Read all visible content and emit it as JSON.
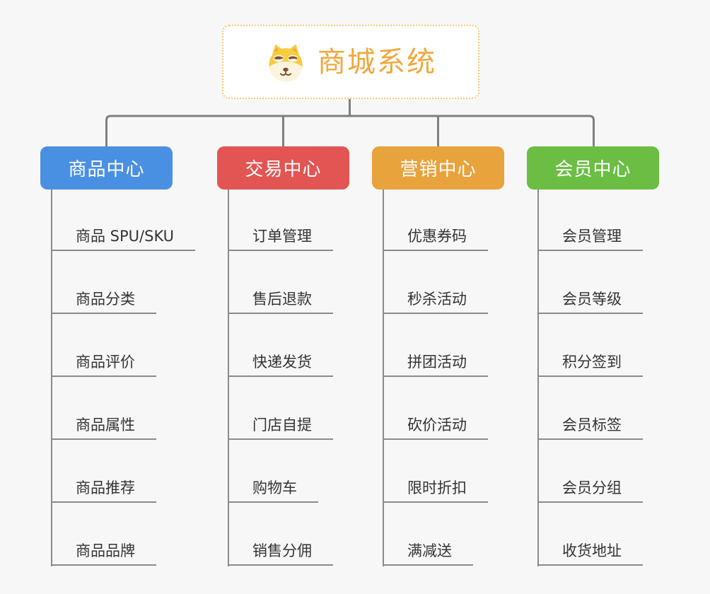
{
  "root": {
    "title": "商城系统",
    "icon": "doge-icon"
  },
  "colors": {
    "connector": "#7f7f7f",
    "underline": "#8a8a8a",
    "leaf_text": "#333333",
    "root_text": "#f0a83c",
    "root_border": "#f5c878",
    "page_bg": "#f7f7f7"
  },
  "branches": [
    {
      "label": "商品中心",
      "color": "#4a90e2",
      "children": [
        "商品 SPU/SKU",
        "商品分类",
        "商品评价",
        "商品属性",
        "商品推荐",
        "商品品牌"
      ]
    },
    {
      "label": "交易中心",
      "color": "#e25553",
      "children": [
        "订单管理",
        "售后退款",
        "快递发货",
        "门店自提",
        "购物车",
        "销售分佣"
      ]
    },
    {
      "label": "营销中心",
      "color": "#e8a33d",
      "children": [
        "优惠券码",
        "秒杀活动",
        "拼团活动",
        "砍价活动",
        "限时折扣",
        "满减送"
      ]
    },
    {
      "label": "会员中心",
      "color": "#6bbe43",
      "children": [
        "会员管理",
        "会员等级",
        "积分签到",
        "会员标签",
        "会员分组",
        "收货地址"
      ]
    }
  ]
}
